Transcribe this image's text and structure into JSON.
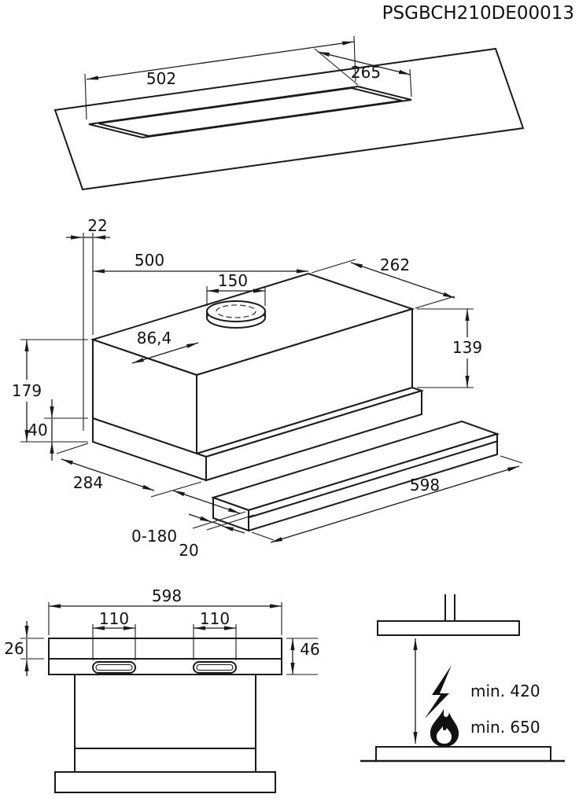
{
  "title": "PSGBCH210DE00013",
  "cutout_view": {
    "width": "502",
    "depth": "265"
  },
  "iso_view": {
    "rear_offset": "22",
    "body_width": "500",
    "duct_diameter": "150",
    "body_depth": "262",
    "duct_offset": "86,4",
    "body_height": "139",
    "total_height": "179",
    "slide_height": "40",
    "total_depth": "284",
    "front_width": "598",
    "pullout_range": "0-180",
    "handle_depth": "20"
  },
  "front_view": {
    "width": "598",
    "left_slot_width": "110",
    "right_slot_width": "110",
    "top_strip_height": "26",
    "front_panel_height": "46"
  },
  "clearance_view": {
    "electric_hob_clearance": "min. 420",
    "gas_hob_clearance": "min. 650"
  }
}
